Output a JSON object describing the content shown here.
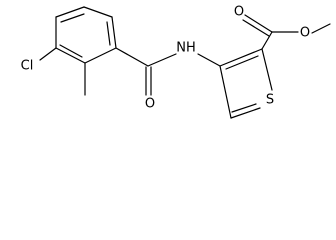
{
  "atoms": {
    "chlorine": "Cl",
    "amide_nitrogen": "NH",
    "amide_oxygen": "O",
    "ester_carbonyl_oxygen": "O",
    "ester_ether_oxygen": "O",
    "thiophene_sulfur": "S"
  },
  "colors": {
    "bond": "#000000",
    "label": "#000000",
    "background": "#ffffff"
  }
}
